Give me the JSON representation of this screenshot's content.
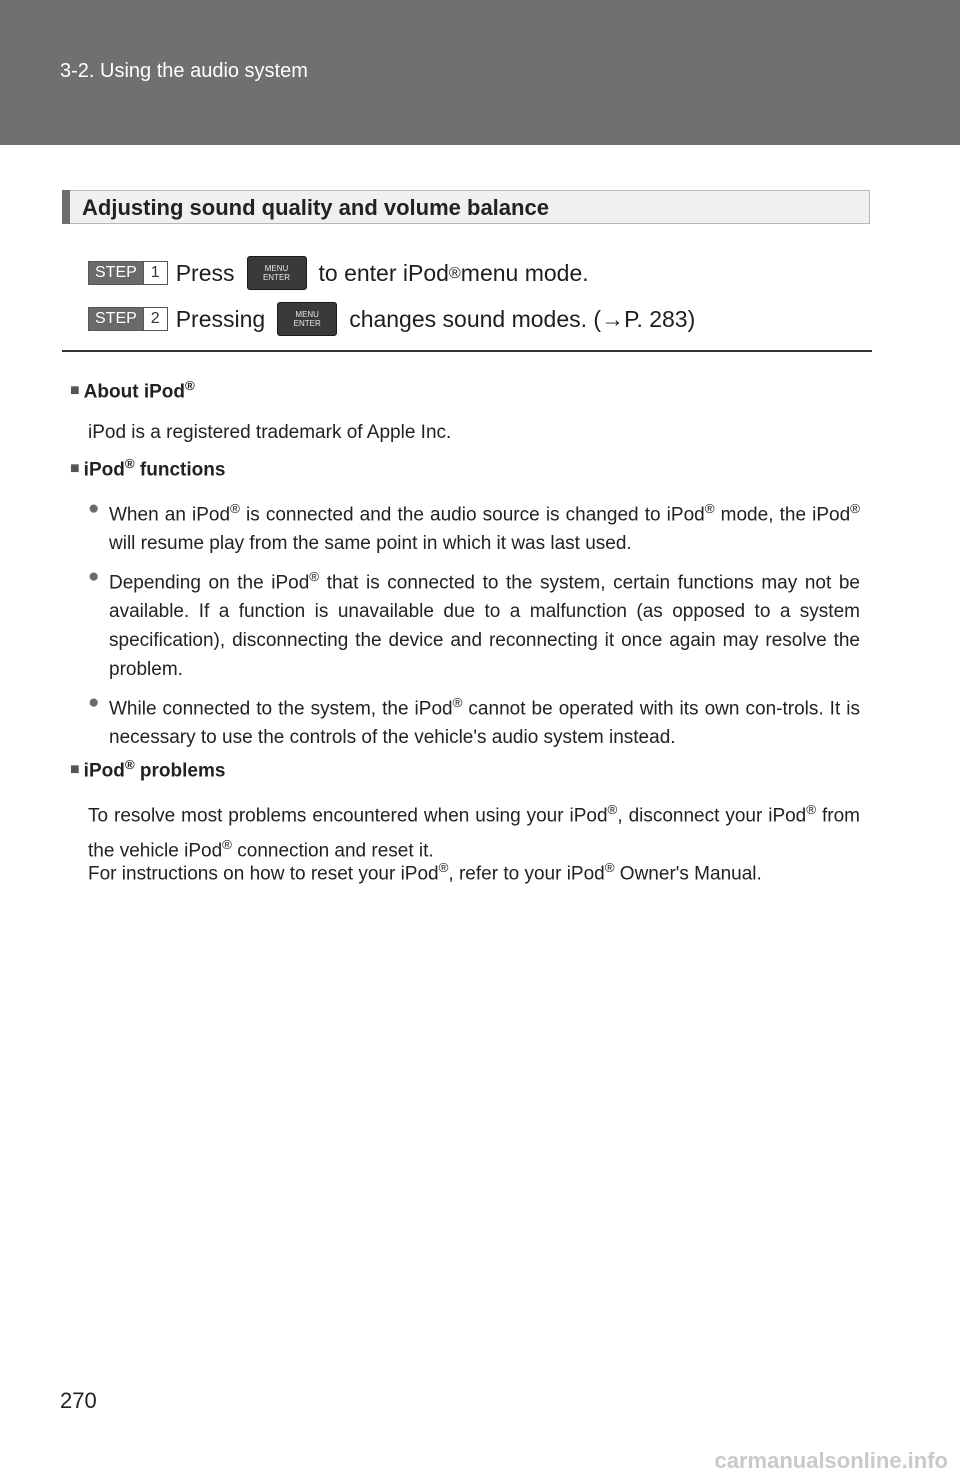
{
  "header": {
    "section": "3-2. Using the audio system"
  },
  "section_title": "Adjusting sound quality and volume balance",
  "steps": [
    {
      "badge": "STEP",
      "num": "1",
      "before": "Press",
      "after": "to enter iPod",
      "after2": " menu mode.",
      "button": [
        "MENU",
        "ENTER"
      ]
    },
    {
      "badge": "STEP",
      "num": "2",
      "before": "Pressing",
      "after": "changes sound modes. (→P. 283)",
      "button": [
        "MENU",
        "ENTER"
      ]
    }
  ],
  "reg": "®",
  "bullet_char": "●",
  "square_char": "■",
  "notes": {
    "about": {
      "title": "About iPod",
      "body": "iPod is a registered trademark of Apple Inc."
    },
    "functions": {
      "title_a": "iPod",
      "title_b": " functions",
      "b1": [
        "When an iPod",
        " is connected and the audio source is changed to iPod",
        " mode, the iPod",
        " will resume play from the same point in which it was last used."
      ],
      "b2": [
        "Depending on the iPod",
        " that is connected to the system, certain functions may not be available. If a function is unavailable due to a malfunction (as opposed to a system specification), disconnecting the device and reconnecting it once again may resolve the problem."
      ],
      "b3": [
        "While connected to the system, the iPod",
        " cannot be operated with its own con-trols. It is necessary to use the controls of the vehicle's audio system instead."
      ]
    },
    "problems": {
      "title_a": "iPod",
      "title_b": " problems",
      "p": [
        "To resolve most problems encountered when using your iPod",
        ", disconnect your iPod",
        " from the vehicle iPod",
        " connection and reset it."
      ],
      "p2": [
        "For instructions on how to reset your iPod",
        ", refer to your iPod",
        " Owner's Manual."
      ]
    }
  },
  "page_number": "270",
  "watermark": "carmanualsonline.info"
}
